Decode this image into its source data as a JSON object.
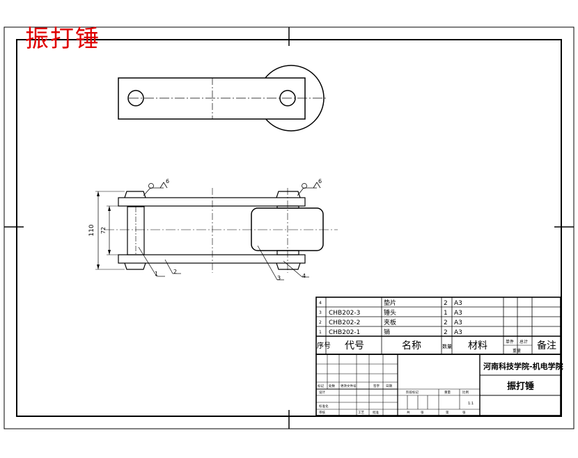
{
  "drawing_title": "振打锤",
  "dimensions": {
    "outer_height": "110",
    "inner_height": "72"
  },
  "leader_labels": [
    "1",
    "2",
    "3",
    "4"
  ],
  "surface_marks": [
    "6",
    "6"
  ],
  "parts": [
    {
      "no": "4",
      "code": "",
      "name": "垫片",
      "qty": "2",
      "material": "A3"
    },
    {
      "no": "3",
      "code": "CHB202-3",
      "name": "锤头",
      "qty": "1",
      "material": "A3"
    },
    {
      "no": "2",
      "code": "CHB202-2",
      "name": "夹板",
      "qty": "2",
      "material": "A3"
    },
    {
      "no": "1",
      "code": "CHB202-1",
      "name": "销",
      "qty": "2",
      "material": "A3"
    }
  ],
  "bom_header": {
    "no": "序号",
    "code": "代号",
    "name": "名称",
    "qty": "数量",
    "material": "材料",
    "unit_weight": "单件",
    "total_weight": "总计",
    "weight": "重量",
    "remark": "备注"
  },
  "title_block": {
    "school": "河南科技学院-机电学院",
    "part_title": "振打锤",
    "scale": "1:1",
    "small_labels": [
      "标记",
      "处数",
      "更改文件号",
      "签字",
      "日期",
      "设计",
      "审核",
      "工艺",
      "标准化",
      "批准",
      "阶段标记",
      "重量",
      "比例",
      "共",
      "张",
      "第",
      "张"
    ]
  }
}
